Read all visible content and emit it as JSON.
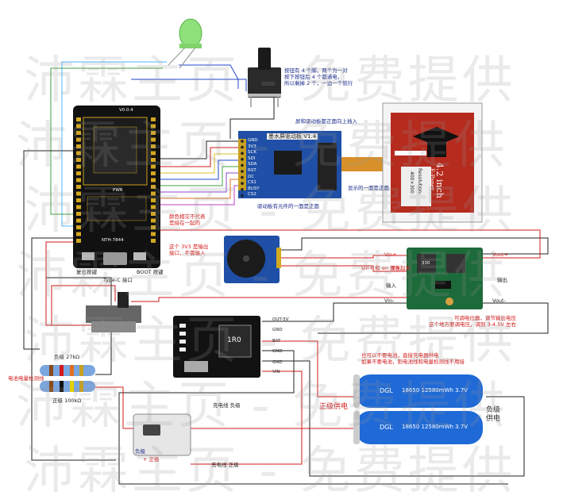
{
  "esp32": {
    "version": "V0.0.4",
    "silk_power": "PWR",
    "silk_model": "NTH-7844",
    "boot_key_label": "BOOT 按键",
    "reset_key_label": "复位按键",
    "usb_label": "Type-C 接口"
  },
  "notes": {
    "button": "按钮有 4 个脚，两个为一对\n按下按钮后 4 个都通电，\n所以剩掉 2 个，一边一个就行",
    "epd_install": "屏和驱动板都正面向上插入",
    "epd_front": "显示的一面是正面",
    "driver_front": "驱动板有元件的一面是正面",
    "color_cross": "颜色相交不代表\n是接在一起的",
    "v33_note": "这个 3V3 是输出\n接口，不需输入",
    "vin_en": "vin+ 和 en 要连起来",
    "pot_adjust": "可调电位器，调节输出电压\n这个地方要调电压，调到 3-4.5V 左右",
    "output": "输出",
    "input": "输入",
    "battery_note": "也可以不要电池，直接充电器供电\n如果不要电池，则电池线和电量检测线不用接",
    "positive_supply": "正级供电",
    "negative_supply": "负级\n供电",
    "charge_neg": "充电线 负级",
    "charge_pos": "充电线 正级",
    "batt_detect": "电池电量检测线",
    "r_neg": "负级 27kΩ",
    "r_pos": "正级 100kΩ",
    "conn_neg": "负极",
    "conn_pos": "+ 正极"
  },
  "driver_board": {
    "title": "墨水屏驱动板 V1.4",
    "pins": [
      "GND",
      "3V3",
      "SCK",
      "SDI",
      "SDA",
      "RST",
      "DC",
      "CS1",
      "BUSY",
      "CS2"
    ]
  },
  "epaper": {
    "size": "4.2 inch",
    "type": "E-Paper",
    "res_label": "Resolution:",
    "res_value": "400×300"
  },
  "buck": {
    "vin_pos": "Vin+",
    "en": "EN",
    "vin_neg": "Vin-",
    "vout_pos": "Vout+",
    "vout_neg": "Vout-",
    "inductor": "330"
  },
  "charger": {
    "pins": [
      "OUT-5V",
      "GND",
      "BAT",
      "GND",
      "GND",
      "VIN"
    ],
    "inductor": "1R0"
  },
  "battery": {
    "brand": "DGL",
    "spec": "18650  12580mWh 3.7V"
  },
  "watermark": [
    "沛霖主页 - 免费提供",
    "沛霖主页 - 免费提供",
    "沛霖主页 - 免费提供",
    "沛霖主页 - 免费提供",
    "沛霖主页 - 免费提供",
    "沛霖主页 - 免费提供",
    "沛霖主页 - 免费提供"
  ]
}
